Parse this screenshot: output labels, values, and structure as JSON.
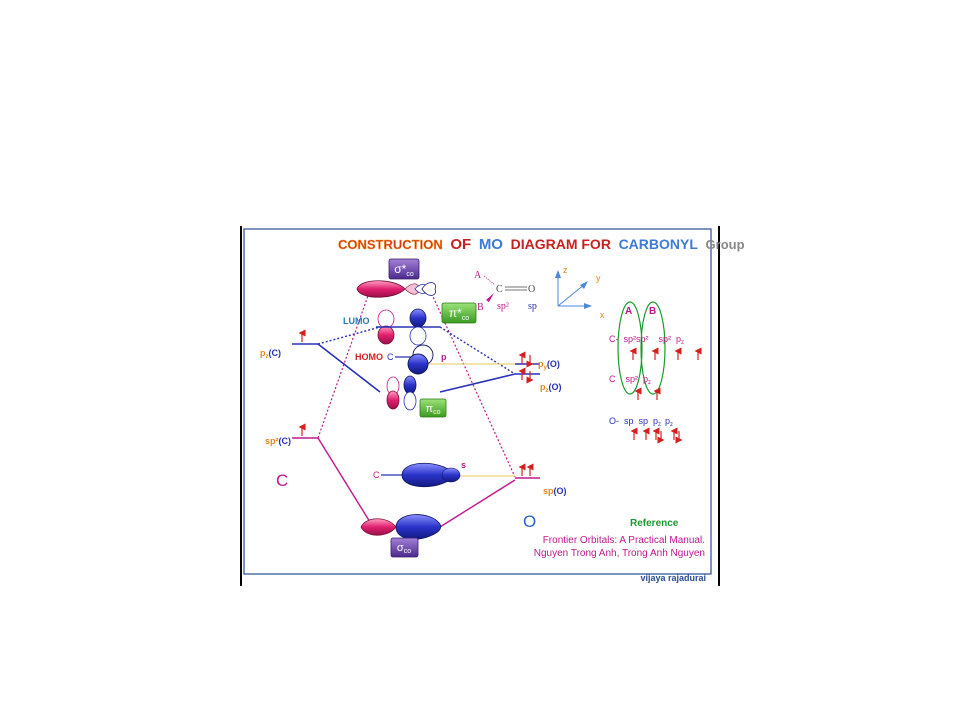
{
  "title": {
    "part1": "CONSTRUCTION",
    "part2": "OF",
    "part3": "MO",
    "part4": "DIAGRAM FOR",
    "part5": "CARBONYL",
    "part6": "Group"
  },
  "mo_labels": {
    "sigma_star": "σ*",
    "sigma_star_sub": "co",
    "pi_star": "π*",
    "pi_star_sub": "co",
    "pi": "π",
    "pi_sub": "co",
    "sigma": "σ",
    "sigma_sub": "co",
    "lumo": "LUMO",
    "homo": "HOMO"
  },
  "carbon_side": {
    "pz_main": "p",
    "pz_sub": "z",
    "pz_suffix": "(C)",
    "sp2_main": "sp²",
    "sp2_suffix": "(C)",
    "atom": "C"
  },
  "oxygen_side": {
    "py_main": "p",
    "py_sub": "y",
    "py_suffix": "(O)",
    "pz_main": "p",
    "pz_sub": "z",
    "pz_suffix": "(O)",
    "sp_main": "sp",
    "sp_suffix": "(O)",
    "atom": "O"
  },
  "orbital_tags": {
    "homo_c": "C",
    "p": "p",
    "s_c": "C",
    "s": "s"
  },
  "molecule": {
    "a": "A",
    "b": "B",
    "c": "C",
    "o": "O",
    "sp2": "sp²",
    "sp": "sp"
  },
  "axes": {
    "z": "z",
    "y": "y",
    "x": "x"
  },
  "config": {
    "ellipse_a": "A",
    "ellipse_b": "B",
    "row1": "C-  sp²sp²    sp²  p",
    "row1_sub": "z",
    "row2": "C    sp²  p",
    "row2_sub": "z",
    "row3": "O-  sp  sp  p",
    "row3_mid_sub": "z",
    "row3_end": "p",
    "row3_end_sub": "z"
  },
  "reference": {
    "heading": "Reference",
    "line1": "Frontier Orbitals: A Practical Manual.",
    "line2": "Nguyen Trong Anh, Trong Anh Nguyen"
  },
  "author": "vijaya rajadurai",
  "colors": {
    "frame": "#2a4d8f",
    "magenta": "#c0188c",
    "blue_orbital": "#2830b8",
    "pink_orbital": "#d81b6a",
    "red_arrow": "#d62020",
    "green_box": "#5cb83a",
    "purple_box": "#6a3ea8",
    "orange": "#e8861a",
    "green_text": "#1a9b2c"
  }
}
